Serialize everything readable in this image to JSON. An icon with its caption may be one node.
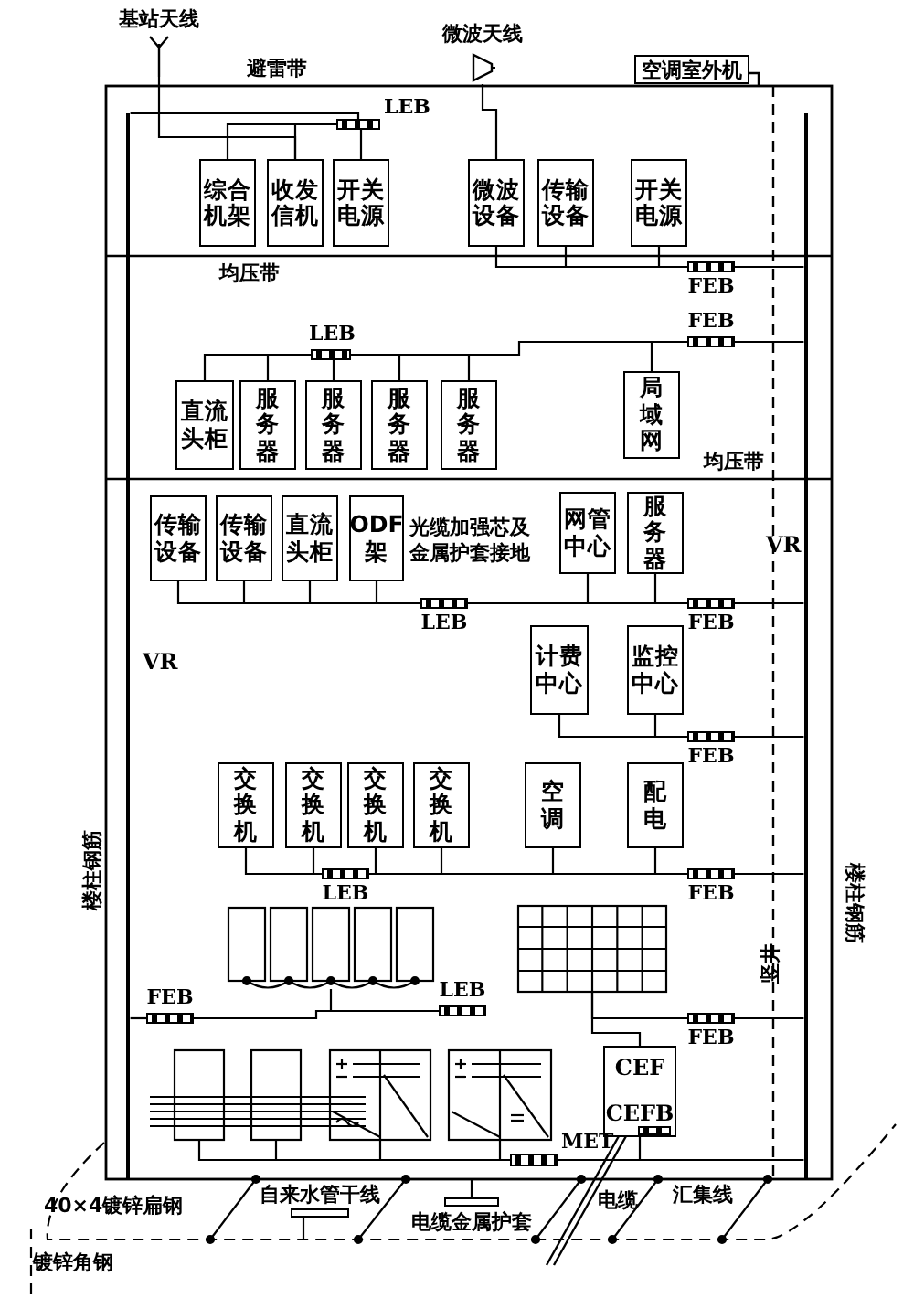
{
  "diagram": {
    "nodes": [
      {
        "text": [
          "基站天线"
        ]
      },
      {
        "text": [
          "微波天线"
        ]
      },
      {
        "text": [
          "空调室外机"
        ]
      },
      {
        "text": [
          "综合机架"
        ]
      },
      {
        "text": [
          "收发信机"
        ]
      },
      {
        "text": [
          "开关电源"
        ]
      },
      {
        "text": [
          "LEB"
        ]
      },
      {
        "text": [
          "微波设备"
        ]
      },
      {
        "text": [
          "传输设备"
        ]
      },
      {
        "text": [
          "开关电源"
        ]
      },
      {
        "text": [
          "FEB"
        ]
      },
      {
        "text": [
          "FEB"
        ]
      },
      {
        "text": [
          "LEB"
        ]
      },
      {
        "text": [
          "直流头柜"
        ]
      },
      {
        "text": [
          "服务器"
        ]
      },
      {
        "text": [
          "服务器"
        ]
      },
      {
        "text": [
          "服务器"
        ]
      },
      {
        "text": [
          "服务器"
        ]
      },
      {
        "text": [
          "局域网"
        ]
      },
      {
        "text": [
          "传输设备"
        ]
      },
      {
        "text": [
          "传输设备"
        ]
      },
      {
        "text": [
          "直流头柜"
        ]
      },
      {
        "text": [
          "ODF架"
        ]
      },
      {
        "text": [
          "网管中心"
        ]
      },
      {
        "text": [
          "服务器"
        ]
      },
      {
        "text": [
          "LEB"
        ]
      },
      {
        "text": [
          "FEB"
        ]
      },
      {
        "text": [
          "计费中心"
        ]
      },
      {
        "text": [
          "监控中心"
        ]
      },
      {
        "text": [
          "FEB"
        ]
      },
      {
        "text": [
          "交换机"
        ]
      },
      {
        "text": [
          "交换机"
        ]
      },
      {
        "text": [
          "交换机"
        ]
      },
      {
        "text": [
          "交换机"
        ]
      },
      {
        "text": [
          "空调"
        ]
      },
      {
        "text": [
          "配电"
        ]
      },
      {
        "text": [
          "LEB"
        ]
      },
      {
        "text": [
          "FEB"
        ]
      },
      {
        "text": [],
        "shape": "battery"
      },
      {
        "text": [],
        "shape": "box"
      },
      {
        "text": [
          "FEB"
        ]
      },
      {
        "text": [
          "LEB"
        ]
      },
      {
        "text": [
          "FEB"
        ]
      },
      {
        "text": [],
        "shape": "box"
      },
      {
        "text": [],
        "shape": "box"
      },
      {
        "text": [],
        "shape": "box"
      },
      {
        "text": [],
        "shape": "box"
      },
      {
        "text": [
          "CEF",
          "CEFB"
        ]
      },
      {
        "text": [
          "MET"
        ]
      },
      {
        "text": [
          "自来水管干线"
        ]
      },
      {
        "text": [
          "电缆金属护套"
        ]
      },
      {
        "text": [
          "VR"
        ]
      },
      {
        "text": [
          "VR"
        ]
      }
    ],
    "edges": [
      {
        "from": 0,
        "to": 4,
        "arrow": "none"
      },
      {
        "from": 1,
        "to": 7,
        "arrow": "none"
      },
      {
        "from": 3,
        "to": 6,
        "arrow": "none"
      },
      {
        "from": 4,
        "to": 6,
        "arrow": "none"
      },
      {
        "from": 5,
        "to": 6,
        "arrow": "none"
      },
      {
        "from": 7,
        "to": 10,
        "arrow": "none"
      },
      {
        "from": 8,
        "to": 10,
        "arrow": "none"
      },
      {
        "from": 9,
        "to": 10,
        "arrow": "none"
      },
      {
        "from": 13,
        "to": 12,
        "arrow": "none"
      },
      {
        "from": 14,
        "to": 12,
        "arrow": "none"
      },
      {
        "from": 15,
        "to": 12,
        "arrow": "none"
      },
      {
        "from": 16,
        "to": 12,
        "arrow": "none"
      },
      {
        "from": 17,
        "to": 12,
        "arrow": "none"
      },
      {
        "from": 12,
        "to": 11,
        "arrow": "none"
      },
      {
        "from": 18,
        "to": 11,
        "arrow": "none"
      },
      {
        "from": 19,
        "to": 25,
        "arrow": "none"
      },
      {
        "from": 20,
        "to": 25,
        "arrow": "none"
      },
      {
        "from": 21,
        "to": 25,
        "arrow": "none"
      },
      {
        "from": 22,
        "to": 25,
        "arrow": "none"
      },
      {
        "from": 25,
        "to": 26,
        "arrow": "none"
      },
      {
        "from": 23,
        "to": 26,
        "arrow": "none"
      },
      {
        "from": 24,
        "to": 26,
        "arrow": "none"
      },
      {
        "from": 27,
        "to": 29,
        "arrow": "none"
      },
      {
        "from": 28,
        "to": 29,
        "arrow": "none"
      },
      {
        "from": 30,
        "to": 36,
        "arrow": "none"
      },
      {
        "from": 31,
        "to": 36,
        "arrow": "none"
      },
      {
        "from": 32,
        "to": 36,
        "arrow": "none"
      },
      {
        "from": 33,
        "to": 36,
        "arrow": "none"
      },
      {
        "from": 36,
        "to": 37,
        "arrow": "none"
      },
      {
        "from": 34,
        "to": 37,
        "arrow": "none"
      },
      {
        "from": 35,
        "to": 37,
        "arrow": "none"
      },
      {
        "from": 38,
        "to": 41,
        "arrow": "none"
      },
      {
        "from": 40,
        "to": 41,
        "arrow": "none"
      },
      {
        "from": 39,
        "to": 42,
        "arrow": "none"
      },
      {
        "from": 39,
        "to": 47,
        "arrow": "none"
      },
      {
        "from": 43,
        "to": 48,
        "arrow": "none"
      },
      {
        "from": 44,
        "to": 48,
        "arrow": "none"
      },
      {
        "from": 45,
        "to": 48,
        "arrow": "none"
      },
      {
        "from": 46,
        "to": 48,
        "arrow": "none"
      },
      {
        "from": 47,
        "to": 48,
        "arrow": "none"
      },
      {
        "from": 6,
        "to": 51,
        "arrow": "none"
      },
      {
        "from": 40,
        "to": 51,
        "arrow": "none"
      },
      {
        "from": 10,
        "to": 52,
        "arrow": "none"
      },
      {
        "from": 11,
        "to": 52,
        "arrow": "none"
      },
      {
        "from": 26,
        "to": 52,
        "arrow": "none"
      },
      {
        "from": 29,
        "to": 52,
        "arrow": "none"
      },
      {
        "from": 37,
        "to": 52,
        "arrow": "none"
      },
      {
        "from": 42,
        "to": 52,
        "arrow": "none"
      },
      {
        "from": 48,
        "to": 52,
        "arrow": "none"
      }
    ],
    "labels": [
      "避雷带",
      "均压带",
      "均压带",
      "光缆加强芯及金属护套接地",
      "楼柱钢筋",
      "楼柱钢筋",
      "竖井",
      "40×4镀锌扁钢",
      "电缆",
      "汇集线",
      "镀锌角钢"
    ]
  }
}
